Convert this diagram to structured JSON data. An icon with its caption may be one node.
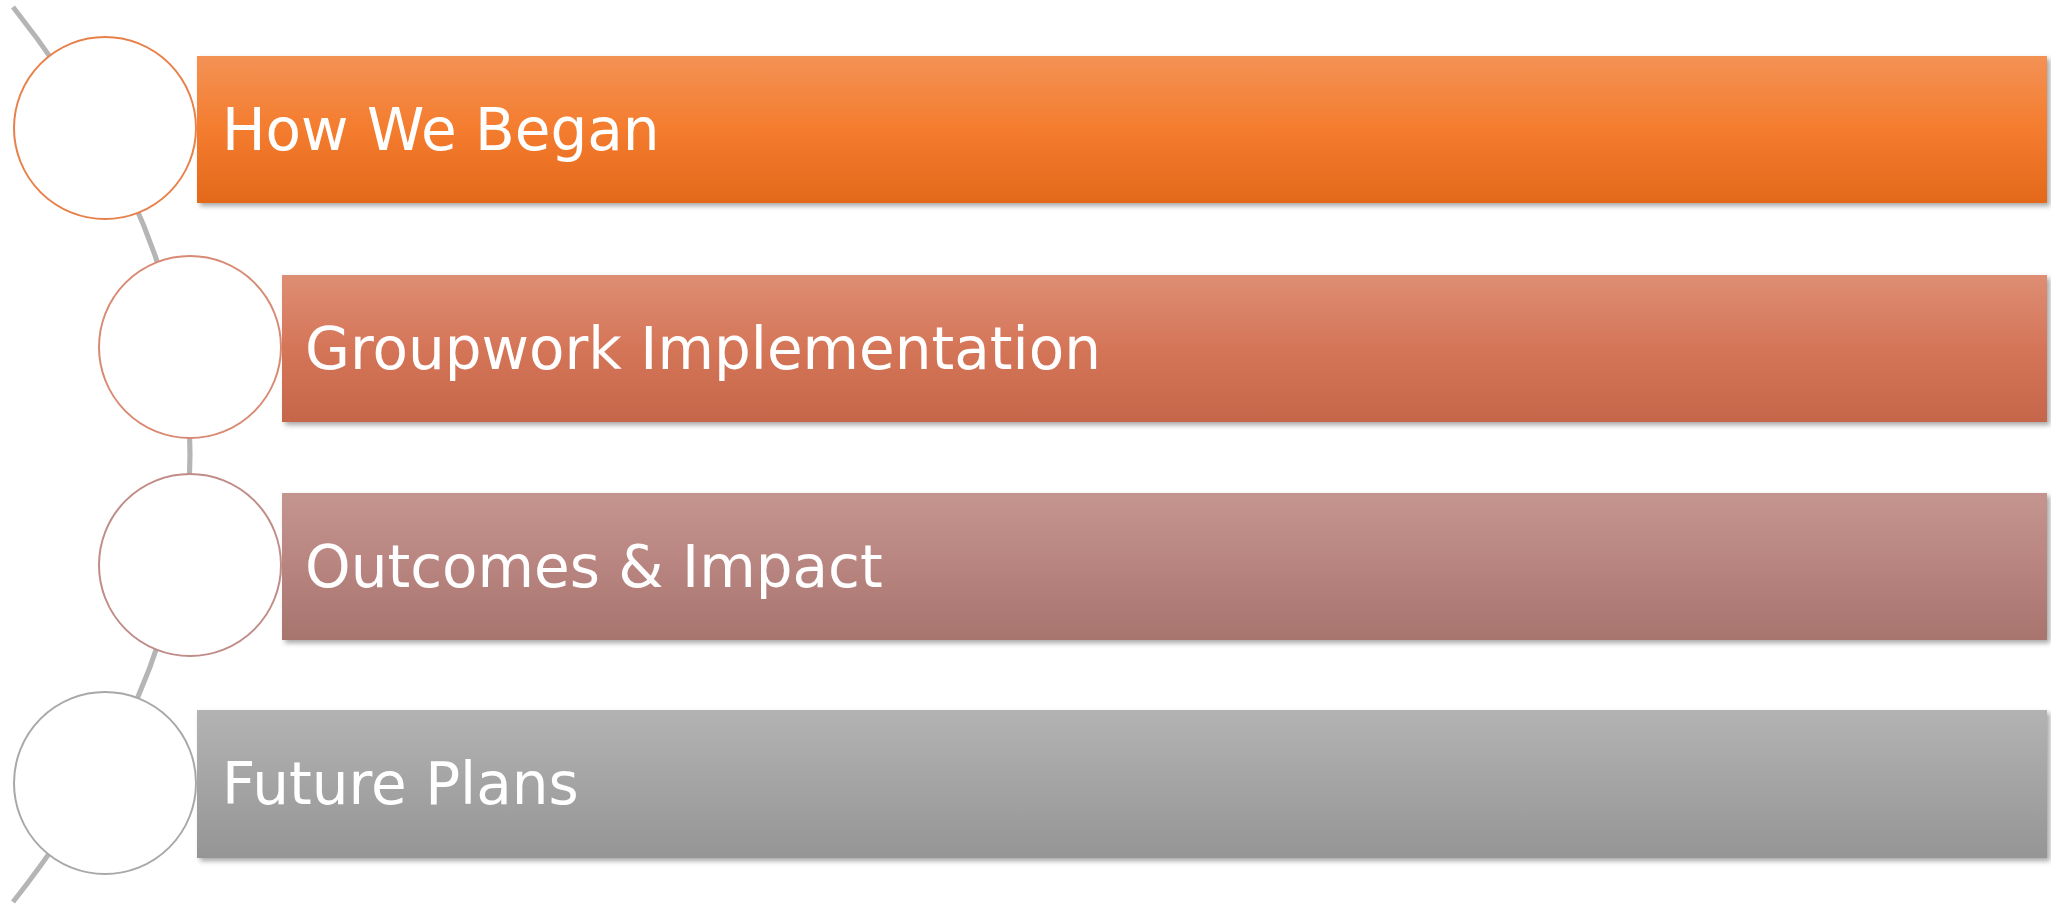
{
  "diagram": {
    "nodes": [
      {
        "text": [],
        "shape": "circle"
      },
      {
        "text": [
          "How We Began"
        ]
      },
      {
        "text": [],
        "shape": "circle"
      },
      {
        "text": [
          "Groupwork Implementation"
        ]
      },
      {
        "text": [],
        "shape": "circle"
      },
      {
        "text": [
          "Outcomes & Impact"
        ]
      },
      {
        "text": [],
        "shape": "circle"
      },
      {
        "text": [
          "Future Plans"
        ]
      }
    ]
  }
}
